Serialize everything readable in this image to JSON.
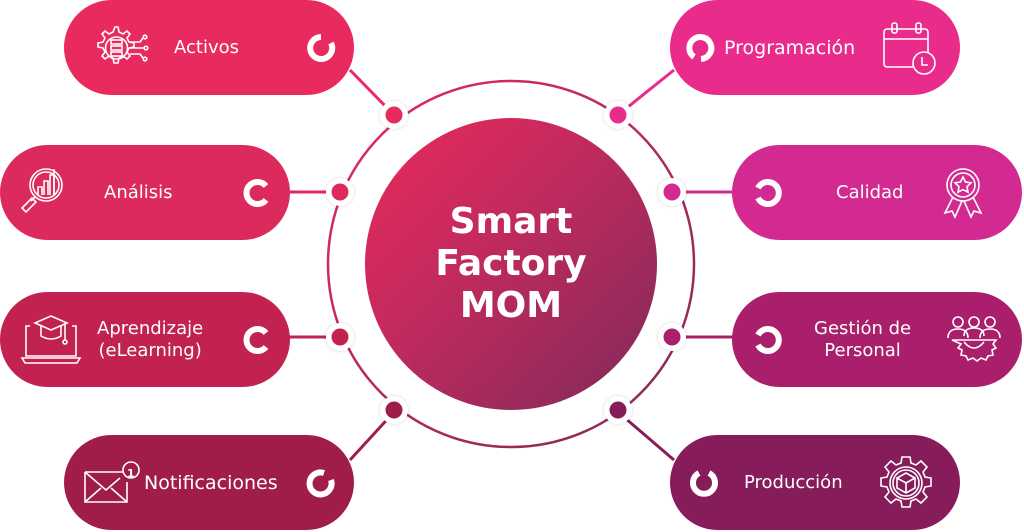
{
  "center": {
    "line1": "Smart",
    "line2": "Factory",
    "line3": "MOM",
    "gradient_start": "#e9295b",
    "gradient_end": "#7f2a5a"
  },
  "nodes": [
    {
      "id": "activos",
      "label": "Activos",
      "icon": "gear-server-circuit-icon",
      "color": "#e92a5e",
      "side": "left"
    },
    {
      "id": "analisis",
      "label": "Análisis",
      "icon": "magnifier-bar-chart-icon",
      "color": "#dc2a5d",
      "side": "left"
    },
    {
      "id": "aprendizaje",
      "label_line1": "Aprendizaje",
      "label_line2": "(eLearning)",
      "icon": "laptop-graduation-cap-icon",
      "color": "#c2224f",
      "side": "left"
    },
    {
      "id": "notificaciones",
      "label": "Notificaciones",
      "icon": "envelope-notification-icon",
      "badge": "1",
      "color": "#a01d47",
      "side": "left"
    },
    {
      "id": "programacion",
      "label": "Programación",
      "icon": "calendar-clock-icon",
      "color": "#e92c8c",
      "side": "right"
    },
    {
      "id": "calidad",
      "label": "Calidad",
      "icon": "award-ribbon-star-icon",
      "color": "#d32a91",
      "side": "right"
    },
    {
      "id": "gestion",
      "label_line1": "Gestión de",
      "label_line2": "Personal",
      "icon": "team-gear-icon",
      "color": "#a91f6c",
      "side": "right"
    },
    {
      "id": "produccion",
      "label": "Producción",
      "icon": "gear-box-icon",
      "color": "#861c5a",
      "side": "right"
    }
  ],
  "ring_color": "#c4265e"
}
